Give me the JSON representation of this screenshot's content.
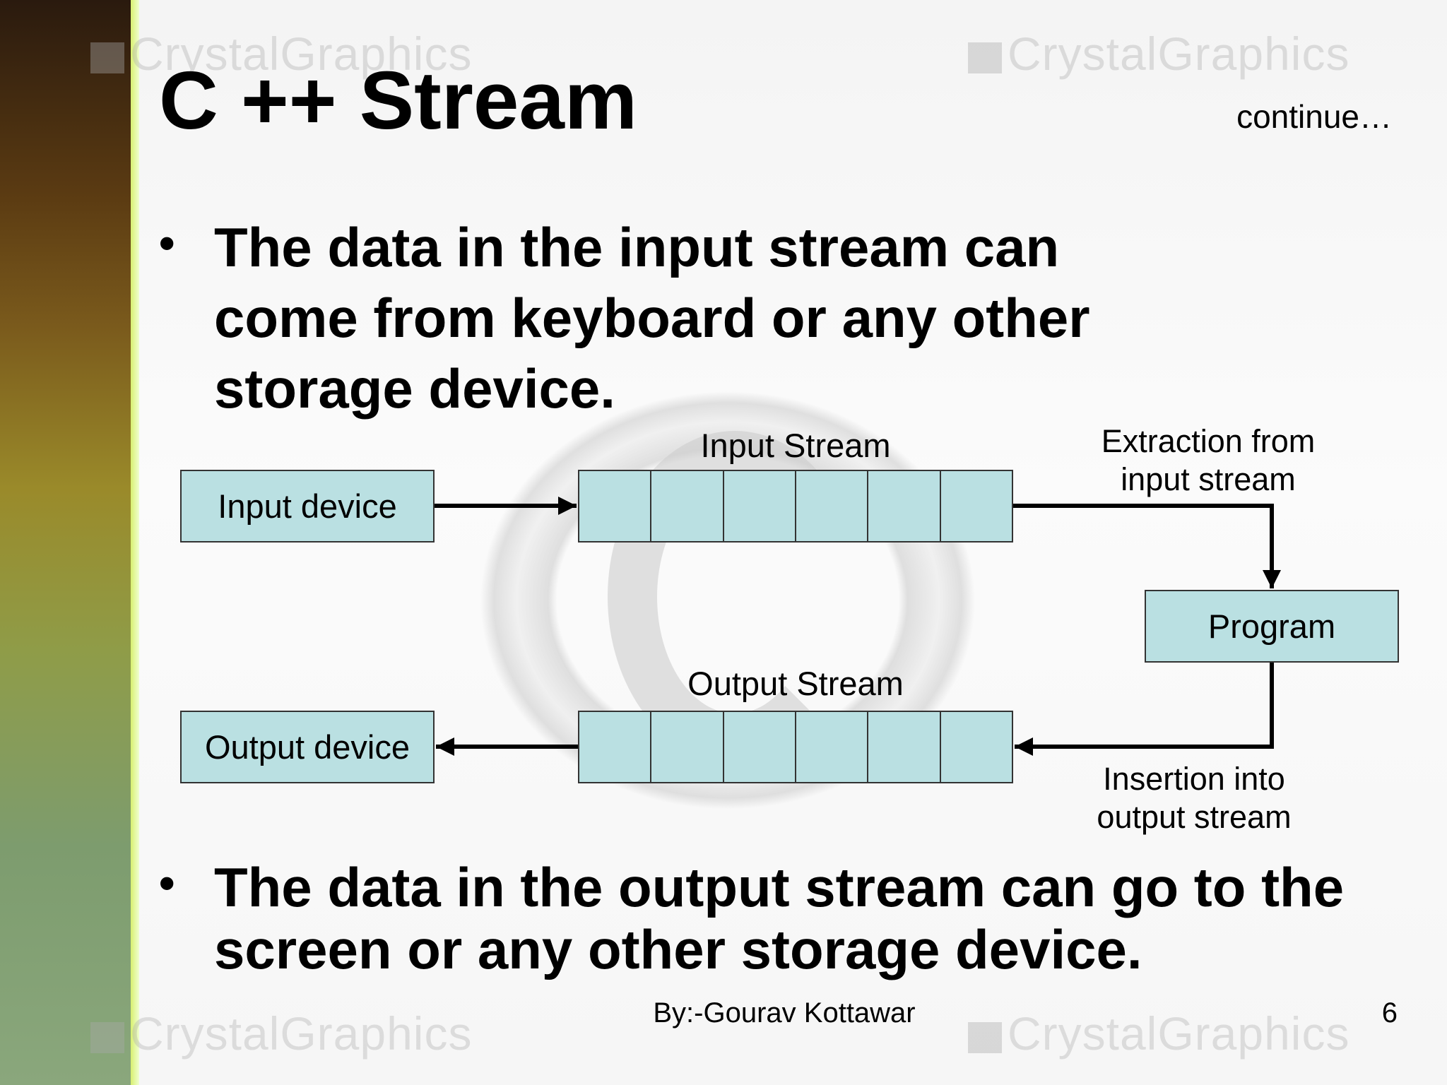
{
  "slide": {
    "title": "C ++ Stream",
    "continue_note": "continue…",
    "bullets": [
      {
        "lines": [
          "The data in the input stream can",
          "come from keyboard or any other",
          "storage device."
        ]
      },
      {
        "lines": [
          "The data in the output stream can go to the",
          "screen or any other storage device."
        ]
      }
    ],
    "bullet_symbol": "•",
    "diagram": {
      "input_device": "Input device",
      "output_device": "Output device",
      "program": "Program",
      "input_stream_label": "Input Stream",
      "output_stream_label": "Output Stream",
      "extraction_label": [
        "Extraction from",
        "input stream"
      ],
      "insertion_label": [
        "Insertion into",
        "output stream"
      ],
      "stream_cells": 6
    },
    "footer": {
      "author": "By:-Gourav Kottawar",
      "page_number": "6"
    },
    "watermark": "CrystalGraphics",
    "colors": {
      "box_fill": "#bae0e2",
      "border": "#333333",
      "text": "#000000"
    }
  }
}
